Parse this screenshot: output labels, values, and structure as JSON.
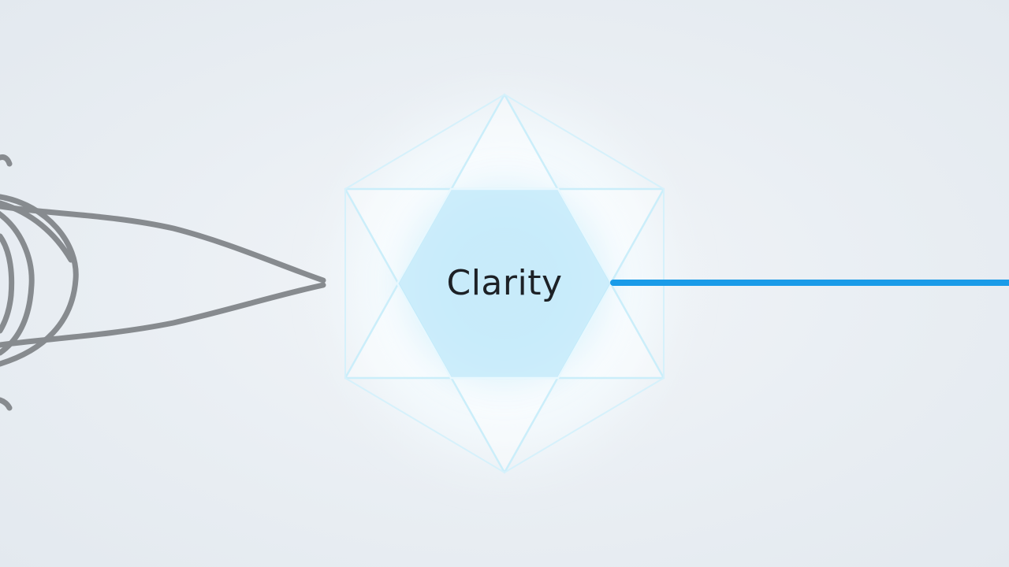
{
  "center": {
    "label": "Clarity"
  },
  "colors": {
    "background": "#e8edf2",
    "tangle_gray": "#878b8f",
    "output_blue": "#1a9be8",
    "glow_blue": "#aee2f8",
    "star_outline": "#d6f1fb"
  },
  "elements": {
    "input": "tangled-gray-lines",
    "core": "hexagram-star",
    "output": "straight-blue-line"
  }
}
